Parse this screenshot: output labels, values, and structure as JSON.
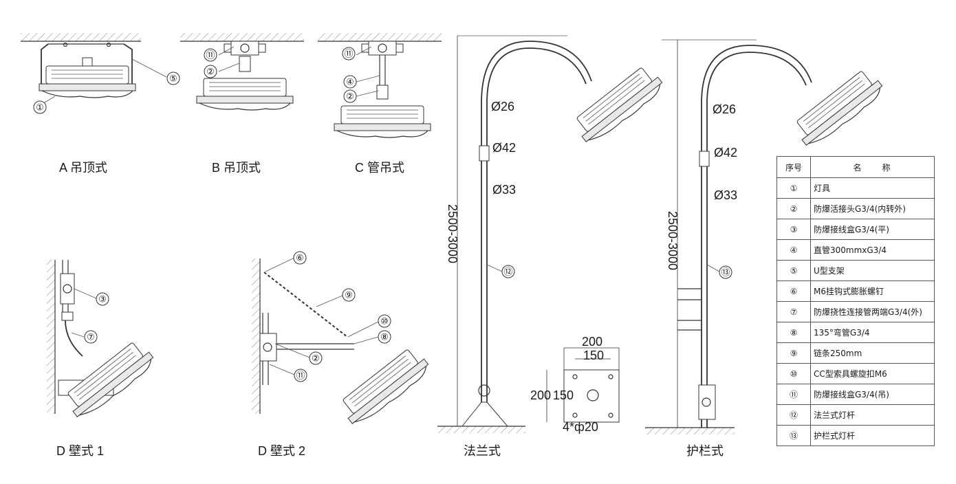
{
  "views": {
    "a": {
      "caption": "A 吊顶式"
    },
    "b": {
      "caption": "B 吊顶式"
    },
    "c": {
      "caption": "C 管吊式"
    },
    "d1": {
      "caption": "D 壁式 1"
    },
    "d2": {
      "caption": "D 壁式 2"
    },
    "flange": {
      "caption": "法兰式",
      "height_dim": "2500-3000",
      "d1": "Ø26",
      "d2": "Ø42",
      "d3": "Ø33"
    },
    "rail": {
      "caption": "护栏式",
      "height_dim": "2500-3000",
      "d1": "Ø26",
      "d2": "Ø42",
      "d3": "Ø33"
    }
  },
  "flange_plate": {
    "w_outer": "200",
    "w_inner": "150",
    "h_outer": "200",
    "h_inner": "150",
    "holes": "4*ф20"
  },
  "callouts": [
    "①",
    "②",
    "③",
    "④",
    "⑤",
    "⑥",
    "⑦",
    "⑧",
    "⑨",
    "⑩",
    "⑪",
    "⑫",
    "⑬"
  ],
  "parts_table": {
    "header": {
      "no": "序号",
      "name": "名　　称"
    },
    "rows": [
      {
        "no": "①",
        "name": "灯具"
      },
      {
        "no": "②",
        "name": "防爆活接头G3/4(内转外)"
      },
      {
        "no": "③",
        "name": "防爆接线盒G3/4(平)"
      },
      {
        "no": "④",
        "name": "直管300mmxG3/4"
      },
      {
        "no": "⑤",
        "name": "U型支架"
      },
      {
        "no": "⑥",
        "name": "M6挂钩式膨胀螺钉"
      },
      {
        "no": "⑦",
        "name": "防爆挠性连接管两端G3/4(外)"
      },
      {
        "no": "⑧",
        "name": "135°弯管G3/4"
      },
      {
        "no": "⑨",
        "name": "链条250mm"
      },
      {
        "no": "⑩",
        "name": "CC型索具螺旋扣M6"
      },
      {
        "no": "⑪",
        "name": "防爆接线盒G3/4(吊)"
      },
      {
        "no": "⑫",
        "name": "法兰式灯杆"
      },
      {
        "no": "⑬",
        "name": "护栏式灯杆"
      }
    ]
  }
}
